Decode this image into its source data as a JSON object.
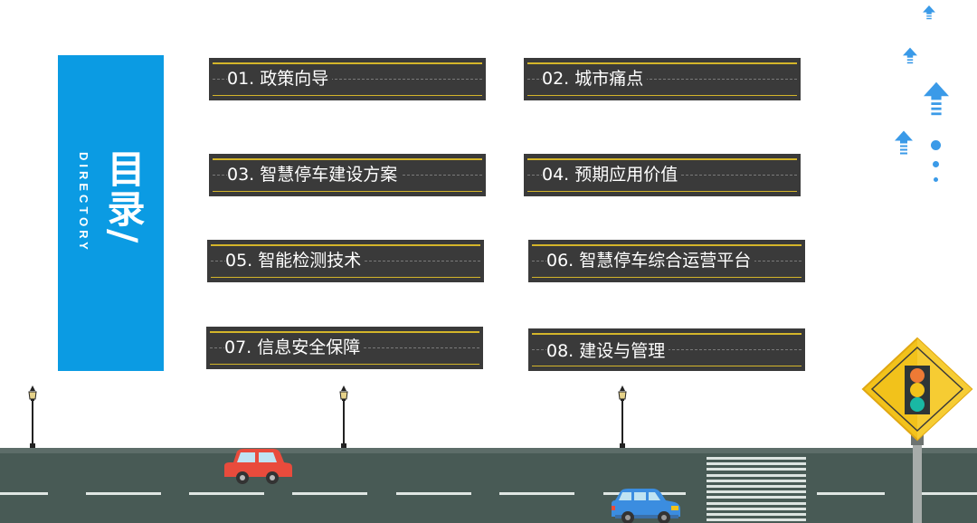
{
  "directory": {
    "title_cn": "目录/",
    "title_en": "DIRECTORY",
    "panel_color": "#0b9be3"
  },
  "items": [
    {
      "label": "01. 政策向导"
    },
    {
      "label": "02. 城市痛点"
    },
    {
      "label": "03. 智慧停车建设方案"
    },
    {
      "label": "04. 预期应用价值"
    },
    {
      "label": "05. 智能检测技术"
    },
    {
      "label": "06. 智慧停车综合运营平台"
    },
    {
      "label": "07. 信息安全保障"
    },
    {
      "label": "08. 建设与管理"
    }
  ],
  "colors": {
    "item_bg": "#3a3a3a",
    "item_accent_line": "#d4b52a",
    "arrow_blue": "#3a9ae8",
    "road": "#485a55",
    "sign_yellow": "#f2c21b",
    "car_red": "#e94b3c",
    "car_blue": "#3b8de0"
  }
}
